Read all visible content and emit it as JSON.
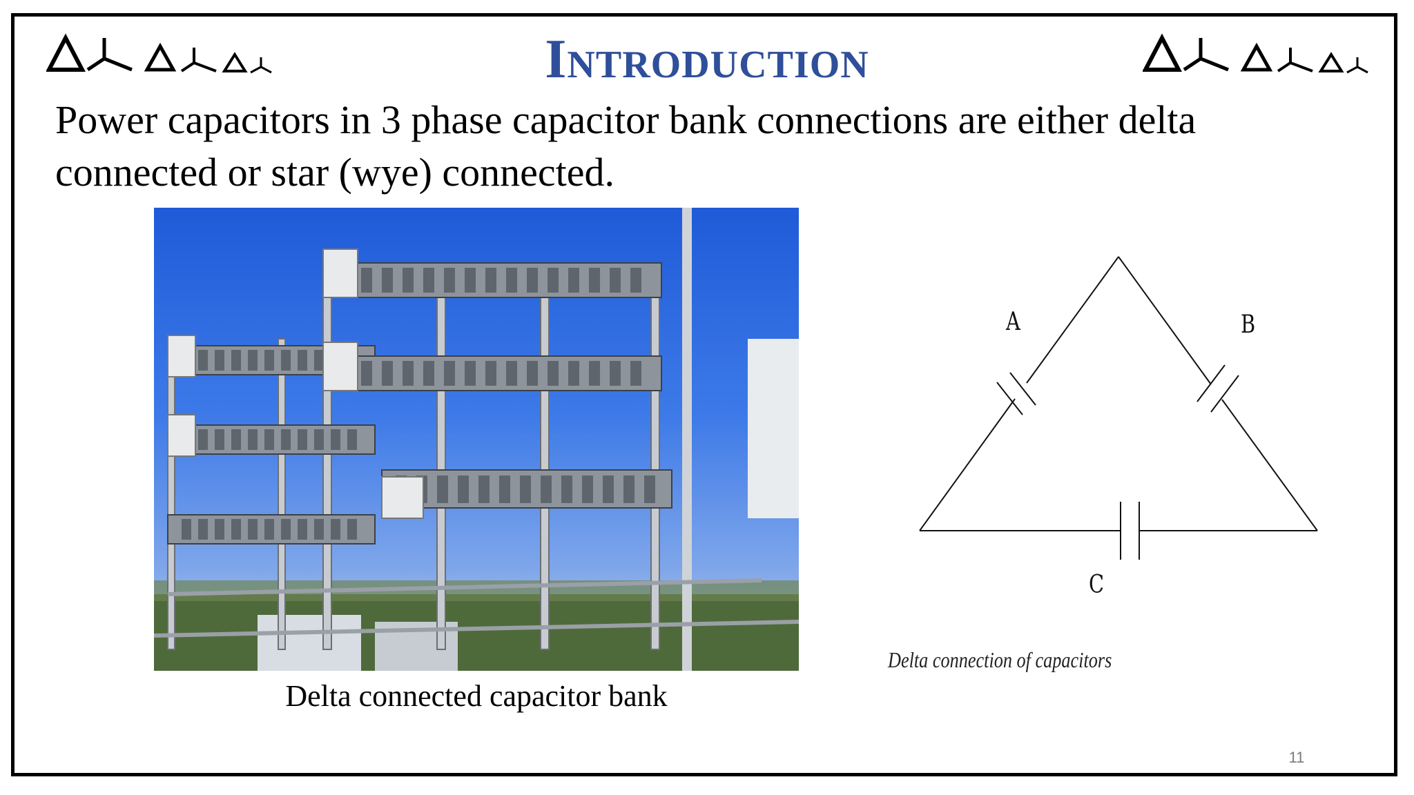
{
  "slide": {
    "title": "Introduction",
    "body": "Power capacitors in 3 phase capacitor bank connections are either delta connected or star (wye) connected.",
    "photo_caption": "Delta connected capacitor bank",
    "page_number": "11"
  },
  "diagram": {
    "label_a": "A",
    "label_b": "B",
    "label_c": "C",
    "caption": "Delta connection of capacitors"
  },
  "decorations": {
    "left_icon": "delta-wye-symbols-icon",
    "right_icon": "delta-wye-symbols-icon"
  },
  "colors": {
    "title": "#2f4f9a",
    "frame": "#000000",
    "text": "#000000"
  }
}
